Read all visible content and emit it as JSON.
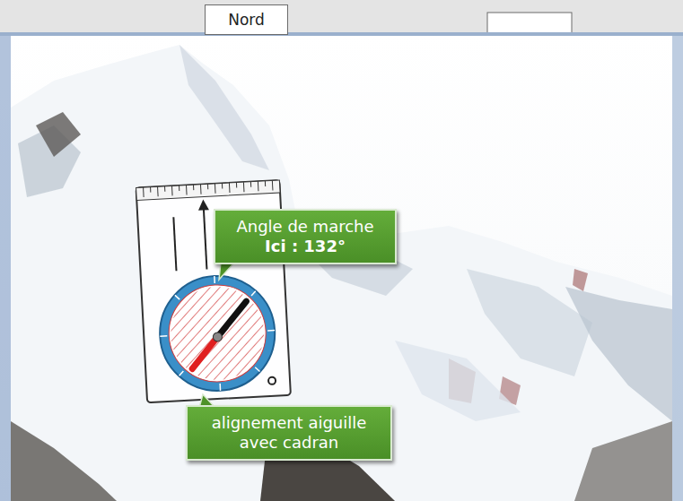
{
  "diagram": {
    "nodes": [
      {
        "text": [
          "Nord"
        ]
      },
      {
        "text": [
          "Angle de marche",
          "Ici : 132°"
        ]
      },
      {
        "text": [
          "alignement  aiguille avec cadran"
        ]
      }
    ]
  }
}
